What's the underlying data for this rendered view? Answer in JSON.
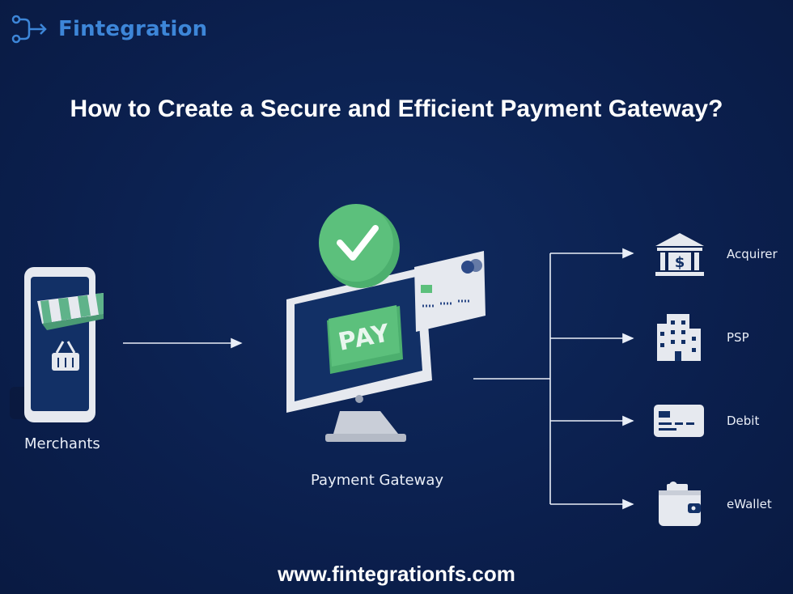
{
  "brand": {
    "name": "Fintegration",
    "logo_icon": "flow-arrow-logo-icon"
  },
  "title": "How to Create a Secure and Efficient Payment Gateway?",
  "nodes": {
    "merchants": {
      "label": "Merchants",
      "icon": "phone-storefront-icon"
    },
    "gateway": {
      "label": "Payment Gateway",
      "icon": "monitor-pay-icon",
      "pay_text": "PAY"
    },
    "destinations": [
      {
        "label": "Acquirer",
        "icon": "bank-icon"
      },
      {
        "label": "PSP",
        "icon": "office-building-icon"
      },
      {
        "label": "Debit",
        "icon": "debit-card-icon"
      },
      {
        "label": "eWallet",
        "icon": "wallet-icon"
      }
    ]
  },
  "footer": {
    "url": "www.fintegrationfs.com"
  },
  "colors": {
    "background": "#0b1f4d",
    "brand_blue": "#3d86d8",
    "accent_green": "#4caf6e",
    "text": "#ffffff"
  }
}
